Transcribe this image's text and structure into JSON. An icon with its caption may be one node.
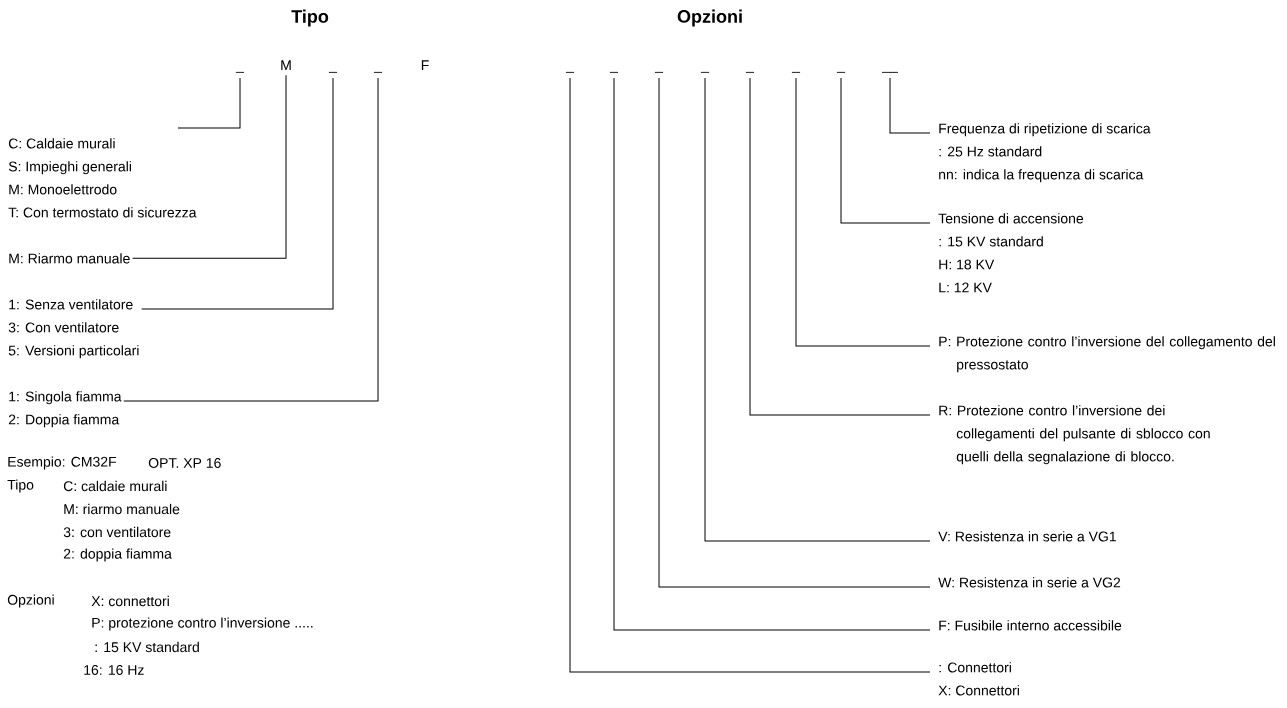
{
  "diagram": {
    "nodes": [
      {
        "text": [
          "_"
        ]
      },
      {
        "text": [
          "M"
        ]
      },
      {
        "text": [
          "_"
        ]
      },
      {
        "text": [
          "_"
        ]
      },
      {
        "text": [
          "_"
        ]
      },
      {
        "text": [
          "_"
        ]
      },
      {
        "text": [
          "_"
        ]
      },
      {
        "text": [
          "_"
        ]
      },
      {
        "text": [
          "_"
        ]
      },
      {
        "text": [
          "_"
        ]
      },
      {
        "text": [
          "_"
        ]
      },
      {
        "text": [
          "__"
        ]
      },
      {
        "text": [
          "C: Caldaie murali",
          "S: Impieghi generali",
          "M: Monoelettrodo",
          "T: Con termostato di sicurezza"
        ]
      },
      {
        "text": [
          "M: Riarmo manuale"
        ]
      },
      {
        "text": [
          "1: Senza ventilatore",
          "3: Con ventilatore",
          "5: Versioni particolari"
        ]
      },
      {
        "text": [
          "1: Singola fiamma",
          "2: Doppia fiamma"
        ]
      },
      {
        "text": [
          "Frequenza di ripetizione di scarica",
          ": 25 Hz standard",
          "nn: indica la frequenza di scarica"
        ]
      },
      {
        "text": [
          "Tensione di accensione",
          ": 15 KV standard",
          "H: 18 KV",
          "L: 12 KV"
        ]
      },
      {
        "text": [
          "P: Protezione contro l’inversione del collegamento del pressostato"
        ]
      },
      {
        "text": [
          "R: Protezione contro l’inversione dei collegamenti del pulsante di sblocco con quelli della segnalazione di blocco."
        ]
      },
      {
        "text": [
          "V: Resistenza in serie a VG1"
        ]
      },
      {
        "text": [
          "W: Resistenza in serie a VG2"
        ]
      },
      {
        "text": [
          "F: Fusibile interno accessibile"
        ]
      },
      {
        "text": [
          ": Connettori",
          "X: Connettori"
        ]
      }
    ],
    "edges": [
      {
        "from": 12,
        "to": 0,
        "arrow": "none"
      },
      {
        "from": 13,
        "to": 1,
        "arrow": "none"
      },
      {
        "from": 14,
        "to": 2,
        "arrow": "none"
      },
      {
        "from": 15,
        "to": 3,
        "arrow": "none"
      },
      {
        "from": 16,
        "to": 11,
        "arrow": "none"
      },
      {
        "from": 17,
        "to": 10,
        "arrow": "none"
      },
      {
        "from": 18,
        "to": 9,
        "arrow": "none"
      },
      {
        "from": 19,
        "to": 8,
        "arrow": "none"
      },
      {
        "from": 20,
        "to": 7,
        "arrow": "none"
      },
      {
        "from": 21,
        "to": 6,
        "arrow": "none"
      },
      {
        "from": 22,
        "to": 5,
        "arrow": "none"
      },
      {
        "from": 23,
        "to": 4,
        "arrow": "none"
      }
    ],
    "labels": [
      "Tipo",
      "Opzioni",
      "F",
      "Esempio: CM32F",
      "OPT. XP 16",
      "Tipo",
      "C: caldaie murali",
      "M: riarmo manuale",
      "3: con ventilatore",
      "2: doppia fiamma",
      "Opzioni",
      "X: connettori",
      "P: protezione contro l’inversione .....",
      ": 15 KV standard",
      "16: 16 Hz"
    ]
  }
}
